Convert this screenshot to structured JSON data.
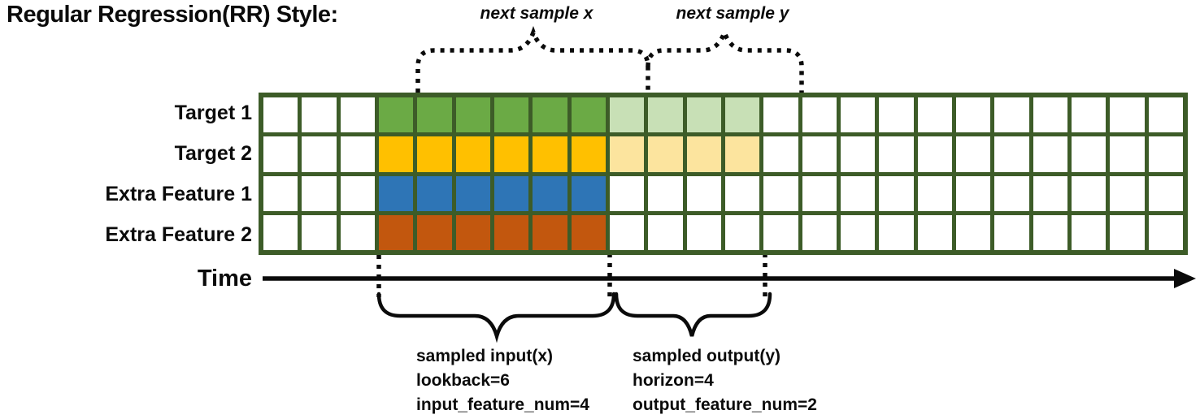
{
  "title": "Regular Regression(RR) Style:",
  "annotations": {
    "next_sample_x": "next sample x",
    "next_sample_y": "next sample y",
    "time_label": "Time",
    "input_lines": [
      "sampled input(x)",
      "lookback=6",
      "input_feature_num=4"
    ],
    "output_lines": [
      "sampled output(y)",
      "horizon=4",
      "output_feature_num=2"
    ]
  },
  "grid": {
    "columns": 24,
    "lead_empty_columns": 3,
    "lookback": 6,
    "horizon": 4,
    "border_color": "#3D5C28",
    "empty_fill": "#FFFFFF",
    "rows": [
      {
        "label": "Target 1",
        "input_fill": "#6BAA45",
        "output_fill": "#C8E0B6",
        "has_output": true
      },
      {
        "label": "Target 2",
        "input_fill": "#FFC000",
        "output_fill": "#FCE49E",
        "has_output": true
      },
      {
        "label": "Extra Feature 1",
        "input_fill": "#2E75B6",
        "output_fill": null,
        "has_output": false
      },
      {
        "label": "Extra Feature 2",
        "input_fill": "#C2570E",
        "output_fill": null,
        "has_output": false
      }
    ]
  },
  "colors": {
    "line_black": "#0b0b0b",
    "background": "#FFFFFF"
  }
}
